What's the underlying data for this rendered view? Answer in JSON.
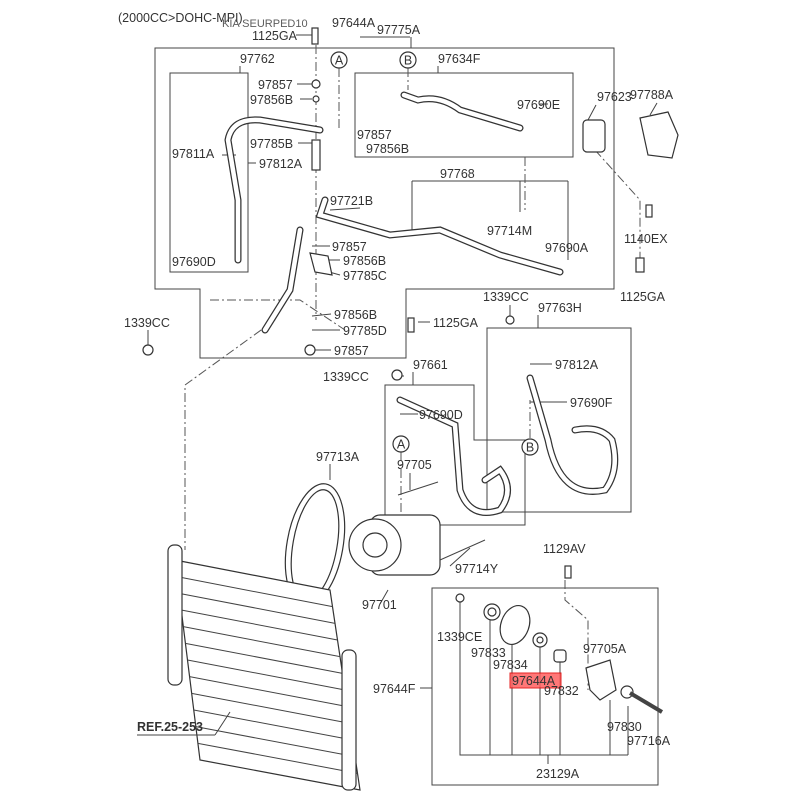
{
  "title": "(2000CC>DOHC-MPI)",
  "watermark": "KIA SEURPED10",
  "highlight_color": "#ff3b3b",
  "labels": [
    "97644A",
    "1125GA",
    "97775A",
    "97762",
    "97634F",
    "97857",
    "97856B",
    "97785B",
    "97811A",
    "97812A",
    "97690D",
    "97857",
    "97856B",
    "97690E",
    "97623",
    "97788A",
    "97768",
    "97721B",
    "97714M",
    "97690A",
    "1140EX",
    "1125GA",
    "97857",
    "97856B",
    "97785C",
    "1339CC",
    "97856B",
    "97785D",
    "97857",
    "1125GA",
    "1339CC",
    "97763H",
    "97812A",
    "97690F",
    "1339CC",
    "97661",
    "97690D",
    "97713A",
    "97705",
    "97714Y",
    "97701",
    "1129AV",
    "1339CE",
    "97833",
    "97834",
    "97832",
    "97705A",
    "97830",
    "97716A",
    "23129A",
    "97644F"
  ],
  "highlighted_label": "97644A",
  "reference": "REF.25-253",
  "circle_markers": [
    "A",
    "B",
    "A",
    "B"
  ]
}
